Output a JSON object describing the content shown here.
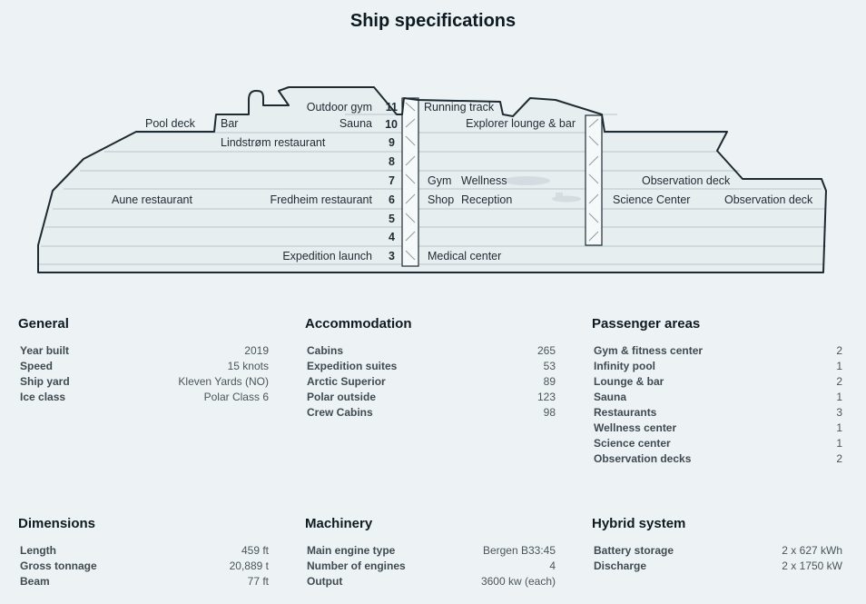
{
  "title": "Ship specifications",
  "deck_plan": {
    "decks": [
      "11",
      "10",
      "9",
      "8",
      "7",
      "6",
      "5",
      "4",
      "3"
    ],
    "labels": {
      "pool_deck": "Pool deck",
      "bar": "Bar",
      "outdoor_gym": "Outdoor gym",
      "sauna": "Sauna",
      "lindstrom": "Lindstrøm restaurant",
      "aune": "Aune restaurant",
      "fredheim": "Fredheim restaurant",
      "expedition_launch": "Expedition launch",
      "running_track": "Running track",
      "explorer_lounge": "Explorer lounge & bar",
      "gym": "Gym",
      "wellness": "Wellness",
      "shop": "Shop",
      "reception": "Reception",
      "medical_center": "Medical center",
      "observation_deck_upper": "Observation deck",
      "science_center": "Science Center",
      "observation_deck_lower": "Observation deck"
    }
  },
  "sections": {
    "general": {
      "title": "General",
      "rows": [
        {
          "k": "Year built",
          "v": "2019"
        },
        {
          "k": "Speed",
          "v": "15 knots"
        },
        {
          "k": "Ship yard",
          "v": "Kleven Yards (NO)"
        },
        {
          "k": "Ice class",
          "v": "Polar Class 6"
        }
      ]
    },
    "accommodation": {
      "title": "Accommodation",
      "rows": [
        {
          "k": "Cabins",
          "v": "265"
        },
        {
          "k": "Expedition suites",
          "v": "53"
        },
        {
          "k": "Arctic Superior",
          "v": "89"
        },
        {
          "k": "Polar outside",
          "v": "123"
        },
        {
          "k": "Crew Cabins",
          "v": "98"
        }
      ]
    },
    "passenger_areas": {
      "title": "Passenger areas",
      "rows": [
        {
          "k": "Gym & fitness center",
          "v": "2"
        },
        {
          "k": "Infinity pool",
          "v": "1"
        },
        {
          "k": "Lounge & bar",
          "v": "2"
        },
        {
          "k": "Sauna",
          "v": "1"
        },
        {
          "k": "Restaurants",
          "v": "3"
        },
        {
          "k": "Wellness center",
          "v": "1"
        },
        {
          "k": "Science center",
          "v": "1"
        },
        {
          "k": "Observation decks",
          "v": "2"
        }
      ]
    },
    "dimensions": {
      "title": "Dimensions",
      "rows": [
        {
          "k": "Length",
          "v": "459 ft"
        },
        {
          "k": "Gross tonnage",
          "v": "20,889 t"
        },
        {
          "k": "Beam",
          "v": "77 ft"
        }
      ]
    },
    "machinery": {
      "title": "Machinery",
      "rows": [
        {
          "k": "Main engine type",
          "v": "Bergen B33:45"
        },
        {
          "k": "Number of engines",
          "v": "4"
        },
        {
          "k": "Output",
          "v": "3600 kw (each)"
        }
      ]
    },
    "hybrid": {
      "title": "Hybrid system",
      "rows": [
        {
          "k": "Battery storage",
          "v": "2 x 627 kWh"
        },
        {
          "k": "Discharge",
          "v": "2 x 1750 kW"
        }
      ]
    }
  }
}
